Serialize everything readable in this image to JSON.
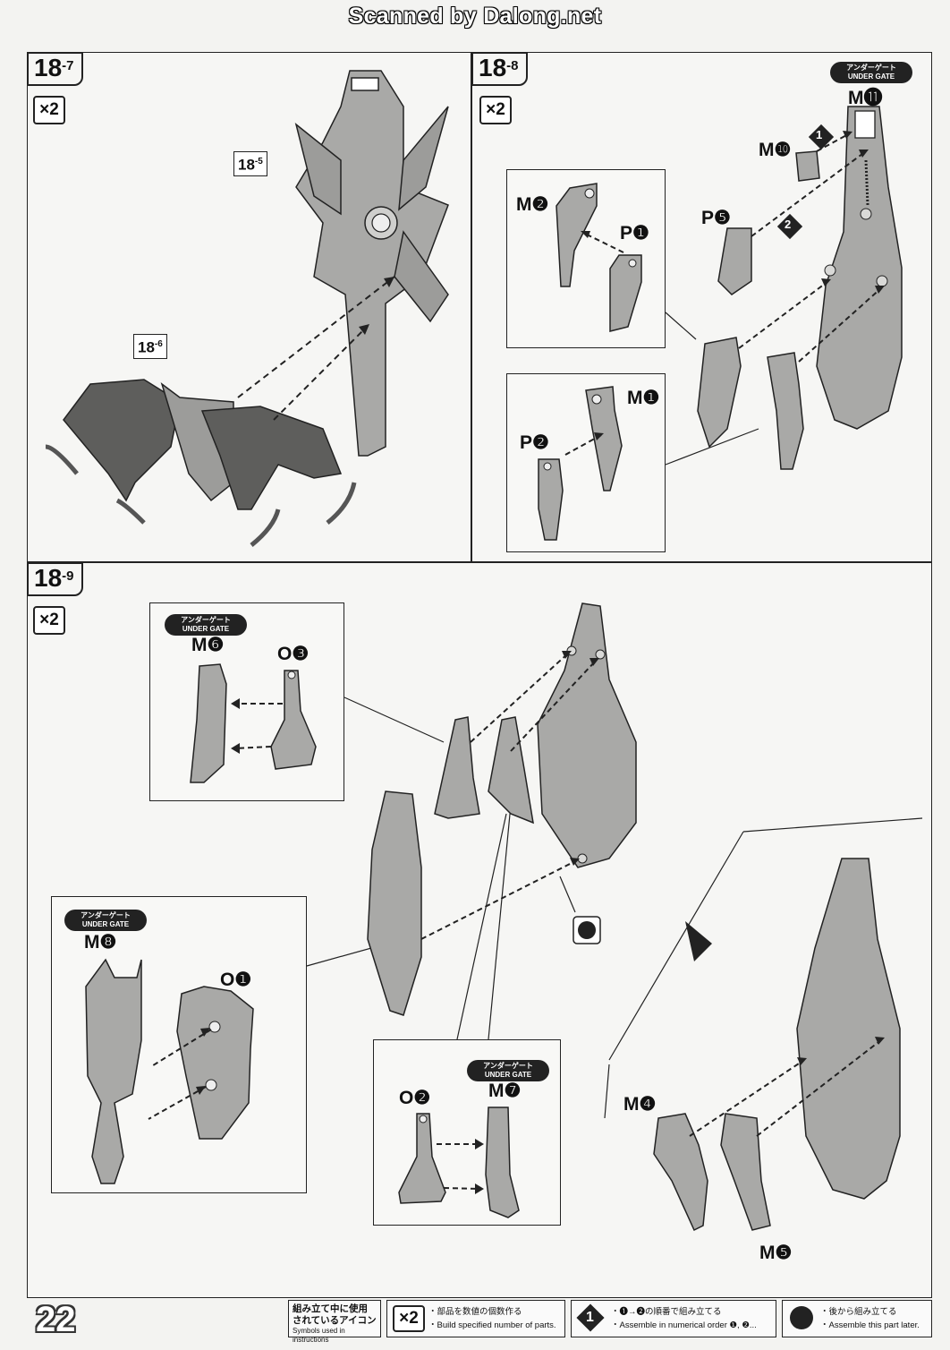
{
  "scanner_text": "Scanned by Dalong.net",
  "page_number": "22",
  "steps": [
    {
      "label_main": "18",
      "label_sub": "-7",
      "multiplier": "×2",
      "refs": [
        {
          "main": "18",
          "sub": "-5"
        },
        {
          "main": "18",
          "sub": "-6"
        }
      ]
    },
    {
      "label_main": "18",
      "label_sub": "-8",
      "multiplier": "×2"
    },
    {
      "label_main": "18",
      "label_sub": "-9",
      "multiplier": "×2"
    }
  ],
  "under_gate": {
    "jp": "アンダーゲート",
    "en": "UNDER GATE"
  },
  "parts": {
    "m11": "M⓫",
    "m10": "M❿",
    "p5": "P❺",
    "m2": "M❷",
    "p1": "P❶",
    "m1": "M❶",
    "p2": "P❷",
    "m6": "M❻",
    "o3": "O❸",
    "m8": "M❽",
    "o1": "O❶",
    "o2": "O❷",
    "m7": "M❼",
    "m4": "M❹",
    "m5": "M❺"
  },
  "order_marks": {
    "one": "1",
    "two": "2"
  },
  "footer": {
    "symbols_jp": "組み立て中に使用されているアイコン",
    "symbols_en": "Symbols used in instructions",
    "sym1_badge": "×2",
    "sym1_jp": "・部品を数値の個数作る",
    "sym1_en": "・Build specified number of parts.",
    "sym2_badge": "1",
    "sym2_jp": "・❶→❷の順番で組み立てる",
    "sym2_en": "・Assemble in numerical order ❶, ❷...",
    "sym3_jp": "・後から組み立てる",
    "sym3_en": "・Assemble this part later."
  }
}
